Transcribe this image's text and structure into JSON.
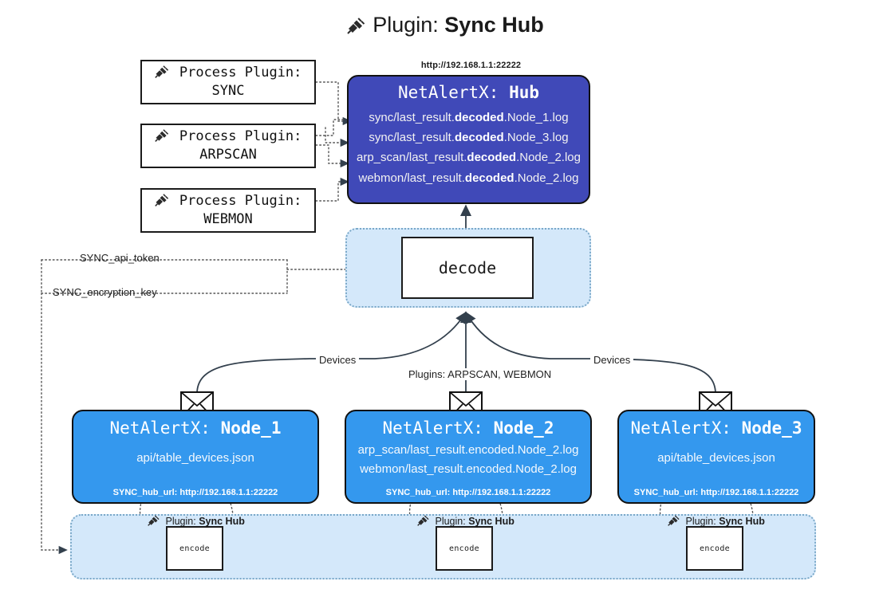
{
  "title": {
    "icon": "plug-icon",
    "prefix": "Plugin:",
    "name": "Sync Hub"
  },
  "process_plugins": [
    {
      "icon": "plug-icon",
      "line1": "Process Plugin:",
      "line2": "SYNC"
    },
    {
      "icon": "plug-icon",
      "line1": "Process Plugin:",
      "line2": "ARPSCAN"
    },
    {
      "icon": "plug-icon",
      "line1": "Process Plugin:",
      "line2": "WEBMON"
    }
  ],
  "hub": {
    "url": "http://192.168.1.1:22222",
    "title_prefix": "NetAlertX:",
    "title_name": "Hub",
    "fill_color": "#4049b8",
    "lines": [
      {
        "pre": "sync/last_result.",
        "strong": "decoded",
        "post": ".Node_1.log"
      },
      {
        "pre": "sync/last_result.",
        "strong": "decoded",
        "post": ".Node_3.log"
      },
      {
        "pre": "arp_scan/last_result.",
        "strong": "decoded",
        "post": ".Node_2.log"
      },
      {
        "pre": "webmon/last_result.",
        "strong": "decoded",
        "post": ".Node_2.log"
      }
    ]
  },
  "decode": {
    "label": "decode"
  },
  "edge_labels": {
    "api_token": "SYNC_api_token",
    "encryption_key": "SYNC_encryption_key",
    "devices_left": "Devices",
    "devices_right": "Devices",
    "plugins_middle": "Plugins: ARPSCAN, WEBMON"
  },
  "nodes": [
    {
      "title_prefix": "NetAlertX:",
      "title_name": "Node_1",
      "lines": [
        "api/table_devices.json"
      ],
      "hub_url_label": "SYNC_hub_url: http://192.168.1.1:22222",
      "fill_color": "#3498ee",
      "mail_icon": "envelope-icon"
    },
    {
      "title_prefix": "NetAlertX:",
      "title_name": "Node_2",
      "lines": [
        "arp_scan/last_result.encoded.Node_2.log",
        "webmon/last_result.encoded.Node_2.log"
      ],
      "hub_url_label": "SYNC_hub_url: http://192.168.1.1:22222",
      "fill_color": "#3498ee",
      "mail_icon": "envelope-icon"
    },
    {
      "title_prefix": "NetAlertX:",
      "title_name": "Node_3",
      "lines": [
        "api/table_devices.json"
      ],
      "hub_url_label": "SYNC_hub_url: http://192.168.1.1:22222",
      "fill_color": "#3498ee",
      "mail_icon": "envelope-icon"
    }
  ],
  "encoders": [
    {
      "tag_icon": "plug-icon",
      "tag_prefix": "Plugin:",
      "tag_name": "Sync Hub",
      "label": "encode"
    },
    {
      "tag_icon": "plug-icon",
      "tag_prefix": "Plugin:",
      "tag_name": "Sync Hub",
      "label": "encode"
    },
    {
      "tag_icon": "plug-icon",
      "tag_prefix": "Plugin:",
      "tag_name": "Sync Hub",
      "label": "encode"
    }
  ],
  "colors": {
    "hub": "#4049b8",
    "node": "#3498ee",
    "container": "#d4e8fa",
    "container_border": "#7aa8c8",
    "stroke": "#1b1b1b"
  }
}
